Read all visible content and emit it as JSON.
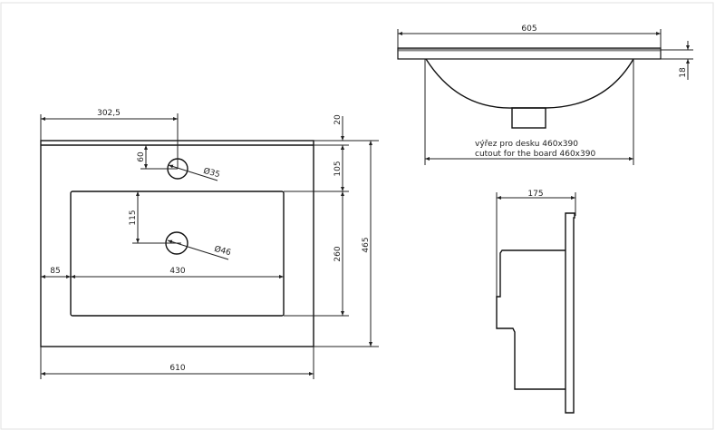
{
  "front_view": {
    "dim_faucet_x": "302,5",
    "dim_faucet_y": "60",
    "faucet_hole": "Ø35",
    "dim_drain_y": "115",
    "drain_hole": "Ø46",
    "dim_left_margin": "85",
    "dim_basin_width": "430",
    "dim_total_width": "610",
    "dim_top_thickness": "20",
    "dim_top_to_basin": "105",
    "dim_basin_depth": "260",
    "dim_total_depth": "465"
  },
  "top_section_view": {
    "dim_width": "605",
    "dim_thickness": "18",
    "cutout_note_cz": "výřez pro desku 460x390",
    "cutout_note_en": "cutout for the board 460x390"
  },
  "side_view": {
    "dim_depth": "175"
  }
}
